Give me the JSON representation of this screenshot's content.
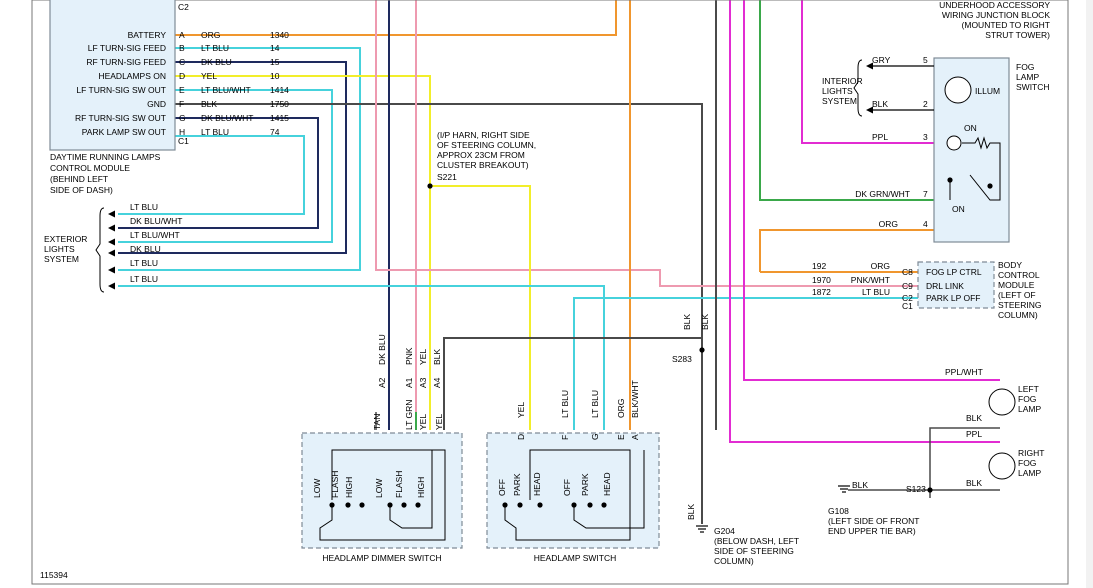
{
  "figure_id": "115394",
  "dims": {
    "W": 1093,
    "H": 588
  },
  "drl_module": {
    "connector_top": "C2",
    "connector_bottom": "C1",
    "caption": [
      "DAYTIME RUNNING LAMPS",
      "CONTROL MODULE",
      "(BEHIND LEFT",
      "SIDE OF DASH)"
    ],
    "pins": [
      {
        "label": "BATTERY",
        "pin": "A",
        "wire": "ORG",
        "circuit": "1340"
      },
      {
        "label": "LF TURN-SIG FEED",
        "pin": "B",
        "wire": "LT BLU",
        "circuit": "14"
      },
      {
        "label": "RF TURN-SIG FEED",
        "pin": "C",
        "wire": "DK BLU",
        "circuit": "15"
      },
      {
        "label": "HEADLAMPS ON",
        "pin": "D",
        "wire": "YEL",
        "circuit": "10"
      },
      {
        "label": "LF TURN-SIG SW OUT",
        "pin": "E",
        "wire": "LT BLU/WHT",
        "circuit": "1414"
      },
      {
        "label": "GND",
        "pin": "F",
        "wire": "BLK",
        "circuit": "1750"
      },
      {
        "label": "RF TURN-SIG SW OUT",
        "pin": "G",
        "wire": "DK BLU/WHT",
        "circuit": "1415"
      },
      {
        "label": "PARK LAMP SW OUT",
        "pin": "H",
        "wire": "LT BLU",
        "circuit": "74"
      }
    ]
  },
  "exterior_lights": {
    "label": [
      "EXTERIOR",
      "LIGHTS",
      "SYSTEM"
    ],
    "wires": [
      "LT BLU",
      "DK BLU/WHT",
      "LT BLU/WHT",
      "DK BLU",
      "LT BLU",
      "LT BLU"
    ]
  },
  "splice_s221": {
    "note": [
      "(I/P HARN, RIGHT SIDE",
      "OF STEERING COLUMN,",
      "APPROX 23CM FROM",
      "CLUSTER BREAKOUT)"
    ],
    "label": "S221"
  },
  "underhood": {
    "label": [
      "UNDERHOOD ACCESSORY",
      "WIRING JUNCTION BLOCK",
      "(MOUNTED TO RIGHT",
      "STRUT TOWER)"
    ]
  },
  "fog_switch": {
    "label": [
      "FOG",
      "LAMP",
      "SWITCH"
    ],
    "illum": "ILLUM",
    "on1": "ON",
    "on2": "ON",
    "interior": [
      "INTERIOR",
      "LIGHTS",
      "SYSTEM"
    ],
    "pins": [
      {
        "wire": "GRY",
        "pin": "5"
      },
      {
        "wire": "BLK",
        "pin": "2"
      },
      {
        "wire": "PPL",
        "pin": "3"
      },
      {
        "wire": "DK GRN/WHT",
        "pin": "7"
      },
      {
        "wire": "ORG",
        "pin": "4"
      }
    ]
  },
  "bcm": {
    "label": [
      "BODY",
      "CONTROL",
      "MODULE",
      "(LEFT OF",
      "STEERING",
      "COLUMN)"
    ],
    "rows": [
      {
        "circuit": "192",
        "wire": "ORG",
        "pin": "C8",
        "fn": "FOG LP CTRL"
      },
      {
        "circuit": "1970",
        "wire": "PNK/WHT",
        "pin": "C9",
        "fn": "DRL LINK"
      },
      {
        "circuit": "1872",
        "wire": "LT BLU",
        "pin": "C2",
        "fn": "PARK LP OFF"
      }
    ],
    "extra_pin": "C1"
  },
  "s283": {
    "label": "S283",
    "wire1": "BLK",
    "wire2": "BLK"
  },
  "g204": {
    "wire": "BLK",
    "label": [
      "G204",
      "(BELOW DASH, LEFT",
      "SIDE OF STEERING",
      "COLUMN)"
    ]
  },
  "dimmer_switch": {
    "label": "HEADLAMP DIMMER SWITCH",
    "top_wires": [
      {
        "wire": "DK BLU",
        "pin": "A2"
      },
      {
        "wire": "PNK",
        "pin": "A1"
      },
      {
        "wire": "YEL",
        "pin": "A3"
      },
      {
        "wire": "BLK",
        "pin": "A4"
      }
    ],
    "bottom_wires": [
      "TAN",
      "LT GRN",
      "YEL",
      "YEL"
    ],
    "positions": [
      "LOW",
      "FLASH",
      "HIGH",
      "LOW",
      "FLASH",
      "HIGH"
    ]
  },
  "headlamp_switch": {
    "label": "HEADLAMP SWITCH",
    "wires": [
      {
        "wire": "YEL",
        "pin": "D"
      },
      {
        "wire": "LT BLU",
        "pin": "F"
      },
      {
        "wire": "LT BLU",
        "pin": "G"
      },
      {
        "wire": "ORG",
        "pin": "E"
      },
      {
        "wire": "BLK/WHT",
        "pin": "A"
      }
    ],
    "positions": [
      "OFF",
      "PARK",
      "HEAD",
      "OFF",
      "PARK",
      "HEAD"
    ]
  },
  "fog_lamps": {
    "left": {
      "label": [
        "LEFT",
        "FOG",
        "LAMP"
      ],
      "feed": "PPL/WHT",
      "ground": "BLK"
    },
    "right": {
      "label": [
        "RIGHT",
        "FOG",
        "LAMP"
      ],
      "feed": "PPL",
      "ground": "BLK"
    },
    "ground_wire": "BLK",
    "splice": "S123",
    "g108": [
      "G108",
      "(LEFT SIDE OF FRONT",
      "END UPPER TIE BAR)"
    ]
  },
  "colors": {
    "orange": "#f0962e",
    "cyan": "#46d2dc",
    "navy": "#1e2a5e",
    "yellow": "#f2ee2a",
    "gray": "#4a4a4a",
    "pink": "#ee9ab0",
    "magenta": "#e22cd2",
    "green": "#3aa84a",
    "box_fill": "#e4f1fa",
    "box_border": "#7f8b96"
  }
}
